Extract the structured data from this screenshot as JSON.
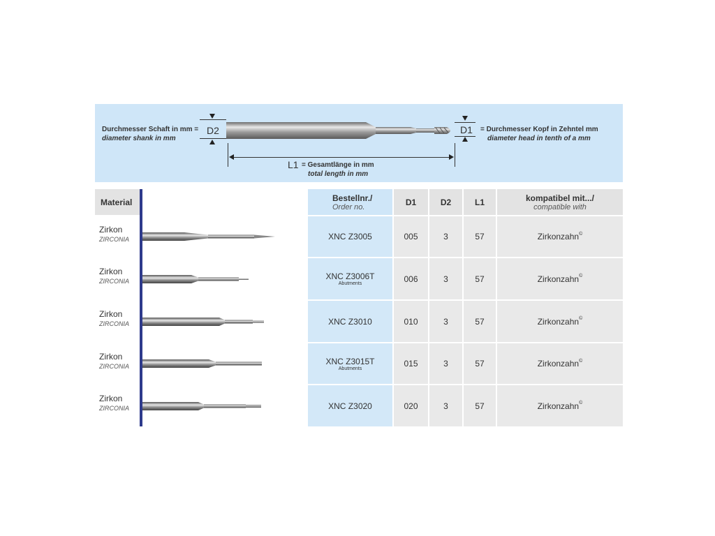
{
  "diagram": {
    "shank_label_de": "Durchmesser Schaft in mm =",
    "shank_label_en": "diameter shank in mm",
    "d2": "D2",
    "d1": "D1",
    "head_label_de": "= Durchmesser Kopf in Zehntel mm",
    "head_label_en": "diameter head in tenth of a mm",
    "l1": "L1",
    "length_label_de": "= Gesamtlänge in mm",
    "length_label_en": "total length in mm"
  },
  "table": {
    "material_header": "Material",
    "order_header_de": "Bestellnr./",
    "order_header_en": "Order no.",
    "d1_header": "D1",
    "d2_header": "D2",
    "l1_header": "L1",
    "compat_header_de": "kompatibel mit.../",
    "compat_header_en": "compatible with",
    "rows": [
      {
        "material": "Zirkon",
        "material_en": "ZIRCONIA",
        "order": "XNC Z3005",
        "note": "",
        "d1": "005",
        "d2": "3",
        "l1": "57",
        "compat": "Zirkonzahn",
        "mark": "©"
      },
      {
        "material": "Zirkon",
        "material_en": "ZIRCONIA",
        "order": "XNC Z3006T",
        "note": "Abutments",
        "d1": "006",
        "d2": "3",
        "l1": "57",
        "compat": "Zirkonzahn",
        "mark": "©"
      },
      {
        "material": "Zirkon",
        "material_en": "ZIRCONIA",
        "order": "XNC Z3010",
        "note": "",
        "d1": "010",
        "d2": "3",
        "l1": "57",
        "compat": "Zirkonzahn",
        "mark": "©"
      },
      {
        "material": "Zirkon",
        "material_en": "ZIRCONIA",
        "order": "XNC Z3015T",
        "note": "Abutments",
        "d1": "015",
        "d2": "3",
        "l1": "57",
        "compat": "Zirkonzahn",
        "mark": "©"
      },
      {
        "material": "Zirkon",
        "material_en": "ZIRCONIA",
        "order": "XNC Z3020",
        "note": "",
        "d1": "020",
        "d2": "3",
        "l1": "57",
        "compat": "Zirkonzahn",
        "mark": "©"
      }
    ]
  },
  "colors": {
    "panel_blue": "#cfe6f8",
    "header_grey": "#e3e3e3",
    "divider_navy": "#2e3a8c"
  }
}
